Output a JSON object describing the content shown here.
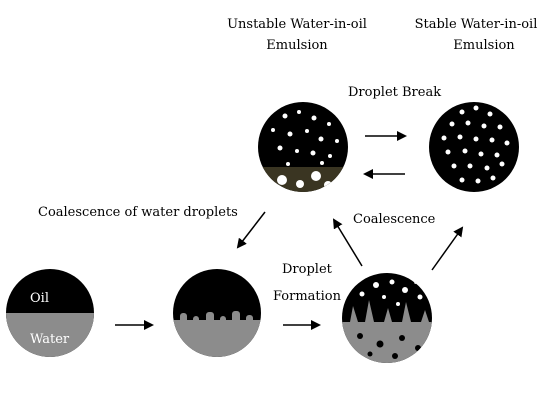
{
  "labels": {
    "unstable_line1": "Unstable Water-in-oil",
    "unstable_line2": "Emulsion",
    "stable_line1": "Stable Water-in-oil",
    "stable_line2": "Emulsion",
    "droplet_break": "Droplet Break",
    "coalescence_water": "Coalescence of water droplets",
    "coalescence": "Coalescence",
    "droplet_formation_line1": "Droplet",
    "droplet_formation_line2": "Formation",
    "oil": "Oil",
    "water": "Water"
  },
  "colors": {
    "oil": "#000000",
    "water": "#8c8c8c",
    "settled_water": "#3a3522",
    "droplet": "#ffffff"
  }
}
